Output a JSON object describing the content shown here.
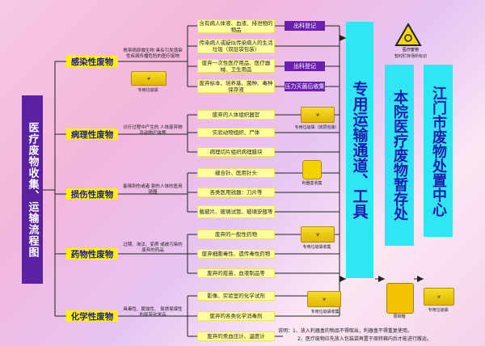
{
  "title": "医疗废物收集、运输流程图",
  "categories": [
    {
      "name": "感染性废物",
      "desc": "携带病原微生物 具有引发感染性疾病传播危险的医疗废物"
    },
    {
      "name": "病理性废物",
      "desc": "诊疗过程中产生的 人体废弃物及动物尸体等"
    },
    {
      "name": "损伤性废物",
      "desc": "能够刺伤或者 割伤人体的医用锐器"
    },
    {
      "name": "药物性废物",
      "desc": "过期、淘汰、变质 或被污染的废弃的药品"
    },
    {
      "name": "化学性废物",
      "desc": "具毒性、腐蚀性、 易燃易爆性的废弃化学品"
    }
  ],
  "items": [
    "含有病人体液、血液、排泄物的物品",
    "传染病人或疑似传染病人的生活垃圾（双层袋包装）",
    "废弃一次性医疗用品、医疗器械、卫生用品",
    "废弃标本、培养基、菌种、毒种保存液",
    "废弃的人体组织器官",
    "实验动物组织、尸体",
    "病理切片组织病理腊块",
    "缝合针、医用针头",
    "各类医用锐器：刀片等",
    "载玻片、玻璃试管、玻璃安瓿等",
    "废弃的一般性药物",
    "废弃细胞毒性、遗传毒性药物",
    "废弃的疫苗、血液制品等",
    "影像、实验室的化学试剂",
    "废弃的各类化学消毒剂",
    "废弃的汞血压计、温度计"
  ],
  "tags": [
    "出科登记",
    "出科登记",
    "压力灭菌后收集"
  ],
  "transport": "专用运输通道、工具",
  "storage": "本院医疗废物暂存处",
  "center": "江门市废物处置中心",
  "labels": {
    "bag1": "专用垃圾袋",
    "bag2": "专用垃圾袋（双层包装）",
    "sharps": "利器盒收集",
    "bag3": "专用垃圾袋收集",
    "bag4": "专用垃圾袋收集",
    "bin": "周转箱",
    "bag5": "专用垃圾袋",
    "sign": "暂时贮存场所标识",
    "sign_text": "医疗废物"
  },
  "note_line1": "说明：1、放入利器盒的物品不得取出，利器盒不得重复使用。",
  "note_line2": "2、医疗废物应先放入包装袋再置于周转箱内后才能进行搬运。",
  "colors": {
    "title": "#5b21a3",
    "cat": "#fff200",
    "cyan": "#30e6f2",
    "purple": "#6a1fb0"
  }
}
